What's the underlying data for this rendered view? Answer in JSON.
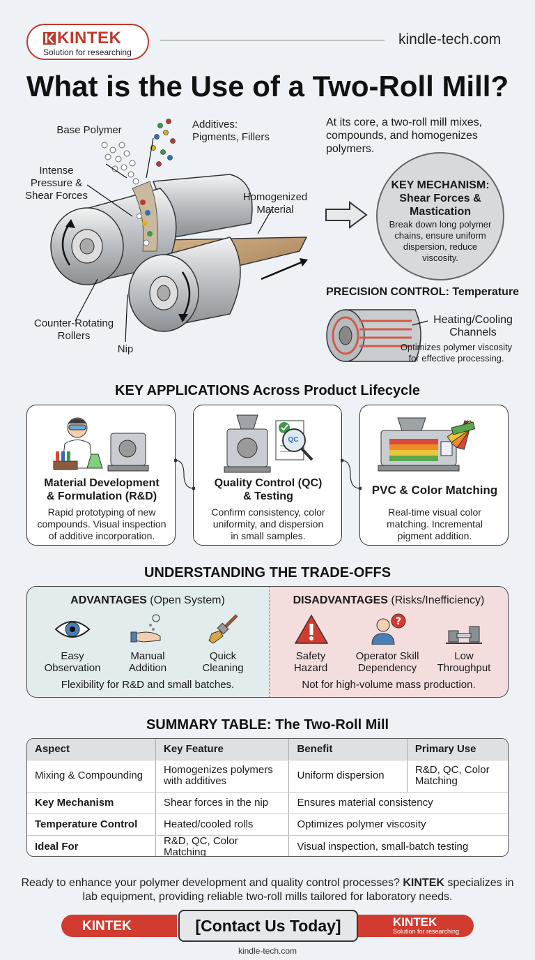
{
  "header": {
    "brand": "KINTEK",
    "tagline": "Solution for researching",
    "site": "kindle-tech.com"
  },
  "title": "What is the Use of a Two-Roll Mill?",
  "diagram": {
    "base_polymer": "Base Polymer",
    "additives_1": "Additives:",
    "additives_2": "Pigments, Fillers",
    "pressure_1": "Intense",
    "pressure_2": "Pressure &",
    "pressure_3": "Shear Forces",
    "homog_1": "Homogenized",
    "homog_2": "Material",
    "rollers_1": "Counter-Rotating",
    "rollers_2": "Rollers",
    "nip": "Nip"
  },
  "intro": {
    "line1": "At its core, a two-roll mill mixes,",
    "line2": "compounds, and homogenizes",
    "line3": "polymers."
  },
  "mechanism": {
    "h1": "KEY MECHANISM:",
    "h2": "Shear Forces &",
    "h3": "Mastication",
    "d1": "Break down long polymer",
    "d2": "chains, ensure uniform",
    "d3": "dispersion, reduce",
    "d4": "viscosity."
  },
  "precision": {
    "title": "PRECISION CONTROL: Temperature",
    "ch1": "Heating/Cooling",
    "ch2": "Channels",
    "d1": "Optimizes polymer viscosity",
    "d2": "for effective processing."
  },
  "applications": {
    "title": "KEY APPLICATIONS Across Product Lifecycle",
    "cards": [
      {
        "t1": "Material Development",
        "t2": "& Formulation (R&D)",
        "d1": "Rapid prototyping of new",
        "d2": "compounds. Visual inspection",
        "d3": "of additive incorporation."
      },
      {
        "t1": "Quality Control (QC)",
        "t2": "& Testing",
        "d1": "Confirm consistency, color",
        "d2": "uniformity, and dispersion",
        "d3": "in small samples.",
        "qc_badge": "QC"
      },
      {
        "t1": "PVC & Color Matching",
        "t2": "",
        "d1": "Real-time visual color",
        "d2": "matching. Incremental",
        "d3": "pigment addition."
      }
    ]
  },
  "tradeoffs": {
    "title": "UNDERSTANDING THE TRADE-OFFS",
    "adv_bold": "ADVANTAGES",
    "adv_rest": "(Open System)",
    "dis_bold": "DISADVANTAGES",
    "dis_rest": "(Risks/Inefficiency)",
    "adv_items": [
      {
        "l1": "Easy",
        "l2": "Observation"
      },
      {
        "l1": "Manual",
        "l2": "Addition"
      },
      {
        "l1": "Quick",
        "l2": "Cleaning"
      }
    ],
    "dis_items": [
      {
        "l1": "Safety",
        "l2": "Hazard"
      },
      {
        "l1": "Operator Skill",
        "l2": "Dependency"
      },
      {
        "l1": "Low",
        "l2": "Throughput"
      }
    ],
    "adv_note": "Flexibility for R&D and small batches.",
    "dis_note": "Not for high-volume mass production."
  },
  "summary": {
    "title": "SUMMARY TABLE: The Two-Roll Mill",
    "headers": [
      "Aspect",
      "Key Feature",
      "Benefit",
      "Primary Use"
    ],
    "rows": [
      [
        "Mixing & Compounding",
        "Homogenizes polymers with additives",
        "Uniform dispersion",
        "R&D, QC, Color Matching"
      ],
      [
        "Key Mechanism",
        "Shear forces in the nip",
        "Ensures material consistency",
        ""
      ],
      [
        "Temperature Control",
        "Heated/cooled rolls",
        "Optimizes polymer viscosity",
        ""
      ],
      [
        "Ideal For",
        "R&D, QC, Color Matching",
        "Visual inspection, small-batch testing",
        ""
      ]
    ]
  },
  "footer": {
    "text1": "Ready to enhance your polymer development and quality control processes?",
    "text_bold": "KINTEK",
    "text2": "specializes in lab equipment, providing reliable two-roll mills tailored for laboratory needs.",
    "brand_left": "KINTEK",
    "brand_right": "KINTEK",
    "tagline_right": "Solution for researching",
    "cta": "[Contact Us Today]",
    "site": "kindle-tech.com"
  },
  "colors": {
    "brand_red": "#c0392b",
    "adv_bg": "#e3ecec",
    "dis_bg": "#f3dedd"
  }
}
